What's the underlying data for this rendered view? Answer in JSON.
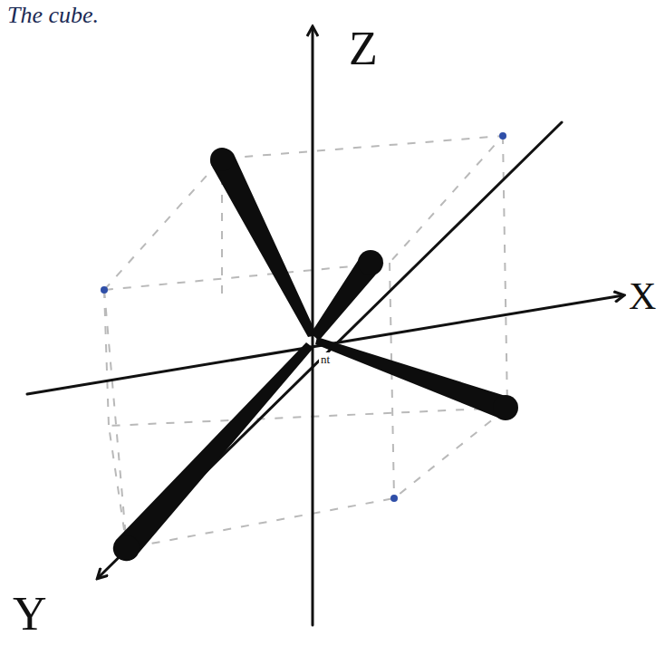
{
  "diagram": {
    "title": "The cube.",
    "labels": [
      "Z",
      "X",
      "Y",
      "nt"
    ]
  }
}
